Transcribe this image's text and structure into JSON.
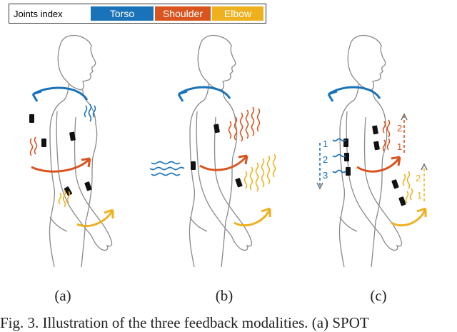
{
  "legend": {
    "title": "Joints index",
    "items": [
      {
        "label": "Torso",
        "color": "#1a72b8"
      },
      {
        "label": "Shoulder",
        "color": "#d9541e"
      },
      {
        "label": "Elbow",
        "color": "#edb120"
      }
    ]
  },
  "colors": {
    "outline": "#8a8a8a",
    "torso": "#1a72b8",
    "shoulder": "#d9541e",
    "elbow": "#edb120",
    "actuator": "#111111"
  },
  "panels": [
    {
      "label": "(a)",
      "sequence_numbers": []
    },
    {
      "label": "(b)",
      "sequence_numbers": []
    },
    {
      "label": "(c)",
      "sequence_numbers": [
        "1",
        "2",
        "3",
        "2",
        "1",
        "2",
        "1"
      ]
    }
  ],
  "caption": "Fig. 3. Illustration of the three feedback modalities. (a) SPOT"
}
